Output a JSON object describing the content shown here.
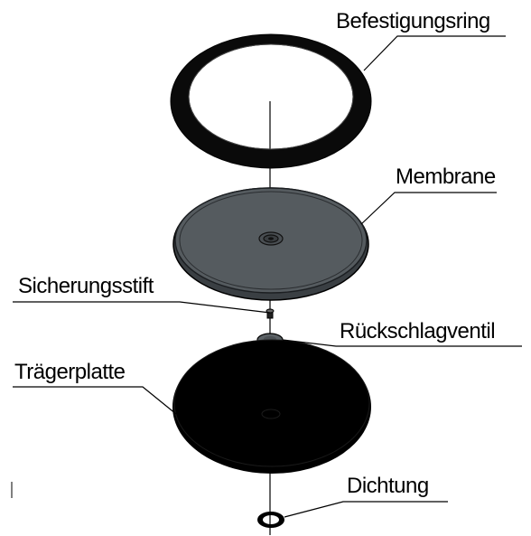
{
  "labels": {
    "ring": "Befestigungsring",
    "membrane": "Membrane",
    "pin": "Sicherungsstift",
    "valve": "Rückschlagventil",
    "plate": "Trägerplatte",
    "seal": "Dichtung"
  },
  "colors": {
    "background": "#ffffff",
    "ink": "#000000",
    "membrane_fill": "#555b5f",
    "ring_fill": "#0a0a0a",
    "plate_fill": "#000000"
  }
}
